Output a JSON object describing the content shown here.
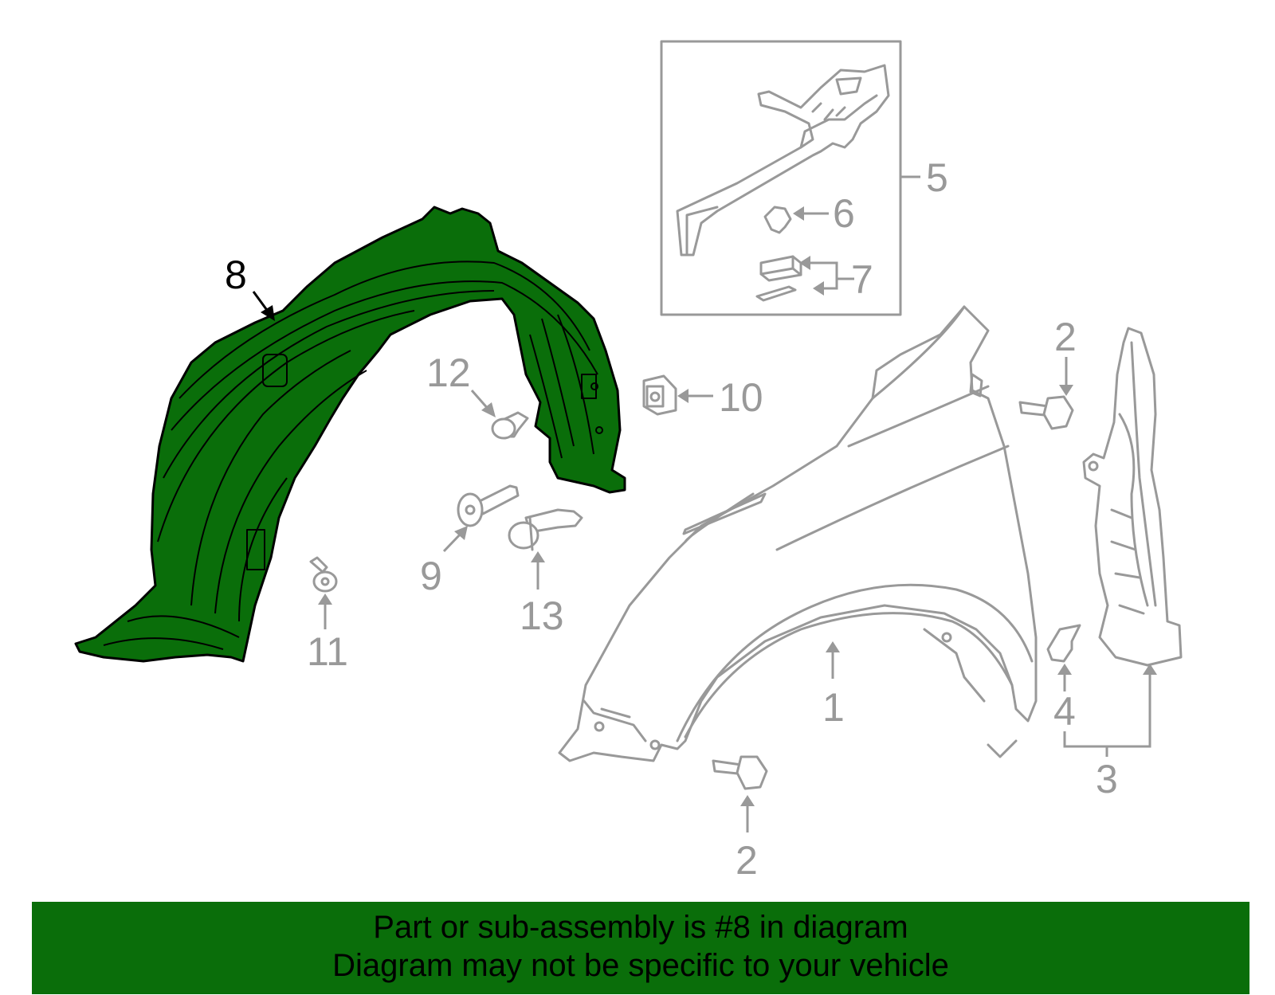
{
  "callouts": {
    "c1": "1",
    "c2a": "2",
    "c2b": "2",
    "c3": "3",
    "c4": "4",
    "c5": "5",
    "c6": "6",
    "c7": "7",
    "c8": "8",
    "c9": "9",
    "c10": "10",
    "c11": "11",
    "c12": "12",
    "c13": "13"
  },
  "highlighted_part": "8",
  "colors": {
    "highlight": "#0a6e0a",
    "banner": "#0a6e0a",
    "parts": "#999999"
  },
  "banner": {
    "line1": "Part or sub-assembly is #8 in diagram",
    "line2": "Diagram may not be specific to your vehicle"
  }
}
